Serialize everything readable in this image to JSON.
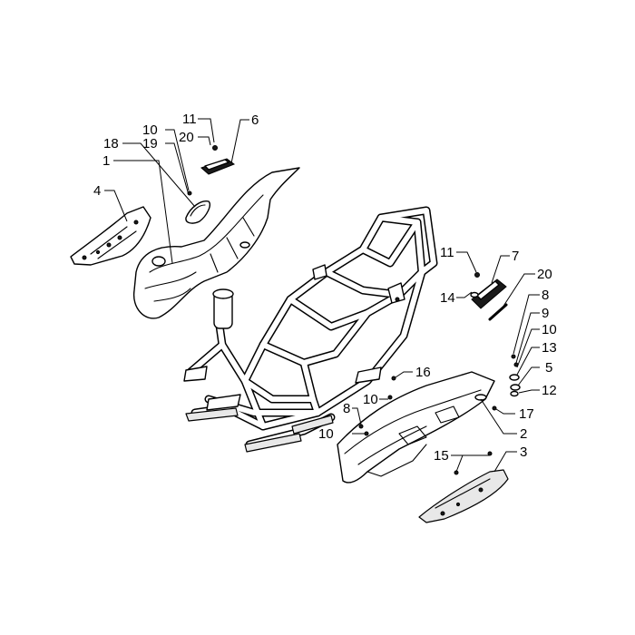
{
  "callouts": [
    {
      "id": "c1",
      "text": "1"
    },
    {
      "id": "c2",
      "text": "2"
    },
    {
      "id": "c3",
      "text": "3"
    },
    {
      "id": "c4",
      "text": "4"
    },
    {
      "id": "c5",
      "text": "5"
    },
    {
      "id": "c6",
      "text": "6"
    },
    {
      "id": "c7",
      "text": "7"
    },
    {
      "id": "c8a",
      "text": "8"
    },
    {
      "id": "c8b",
      "text": "8"
    },
    {
      "id": "c9",
      "text": "9"
    },
    {
      "id": "c10a",
      "text": "10"
    },
    {
      "id": "c10b",
      "text": "10"
    },
    {
      "id": "c10c",
      "text": "10"
    },
    {
      "id": "c10d",
      "text": "10"
    },
    {
      "id": "c11a",
      "text": "11"
    },
    {
      "id": "c11b",
      "text": "11"
    },
    {
      "id": "c12",
      "text": "12"
    },
    {
      "id": "c13",
      "text": "13"
    },
    {
      "id": "c14",
      "text": "14"
    },
    {
      "id": "c15",
      "text": "15"
    },
    {
      "id": "c16",
      "text": "16"
    },
    {
      "id": "c17",
      "text": "17"
    },
    {
      "id": "c18",
      "text": "18"
    },
    {
      "id": "c19",
      "text": "19"
    },
    {
      "id": "c20a",
      "text": "20"
    },
    {
      "id": "c20b",
      "text": "20"
    }
  ],
  "colors": {
    "line": "#000000",
    "background": "#ffffff"
  }
}
